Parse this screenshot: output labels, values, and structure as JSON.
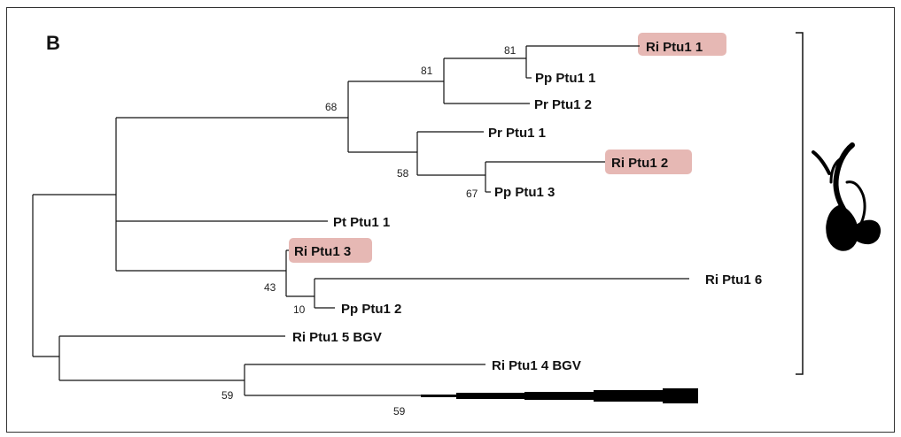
{
  "panel_label": "B",
  "leaves": {
    "ri_ptu1_1": "Ri Ptu1 1",
    "pp_ptu1_1": "Pp Ptu1 1",
    "pr_ptu1_2": "Pr Ptu1 2",
    "pr_ptu1_1": "Pr Ptu1 1",
    "ri_ptu1_2": "Ri Ptu1 2",
    "pp_ptu1_3": "Pp Ptu1 3",
    "pt_ptu1_1": "Pt Ptu1 1",
    "ri_ptu1_3": "Ri Ptu1 3",
    "ri_ptu1_6": "Ri Ptu1 6",
    "pp_ptu1_2": "Pp Ptu1 2",
    "ri_ptu1_5_bgv": "Ri Ptu1 5 BGV",
    "ri_ptu1_4_bgv": "Ri Ptu1 4 BGV"
  },
  "support": {
    "s81a": "81",
    "s81b": "81",
    "s68": "68",
    "s58": "58",
    "s67": "67",
    "s43": "43",
    "s10": "10",
    "s59a": "59",
    "s59b": "59"
  },
  "highlight_color": "#e6b8b4",
  "highlighted_leaves": [
    "Ri Ptu1 1",
    "Ri Ptu1 2",
    "Ri Ptu1 3"
  ]
}
